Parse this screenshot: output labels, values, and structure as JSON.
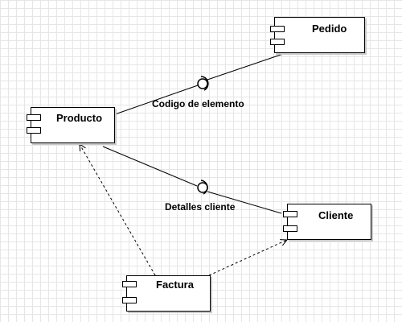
{
  "components": {
    "producto": {
      "label": "Producto"
    },
    "pedido": {
      "label": "Pedido"
    },
    "cliente": {
      "label": "Cliente"
    },
    "factura": {
      "label": "Factura"
    }
  },
  "interfaces": {
    "codigo": {
      "label": "Codigo de elemento"
    },
    "detalles": {
      "label": "Detalles cliente"
    }
  },
  "colors": {
    "stroke": "#000000",
    "grid": "#e6e6e6",
    "shadow": "#c9c9c9"
  }
}
